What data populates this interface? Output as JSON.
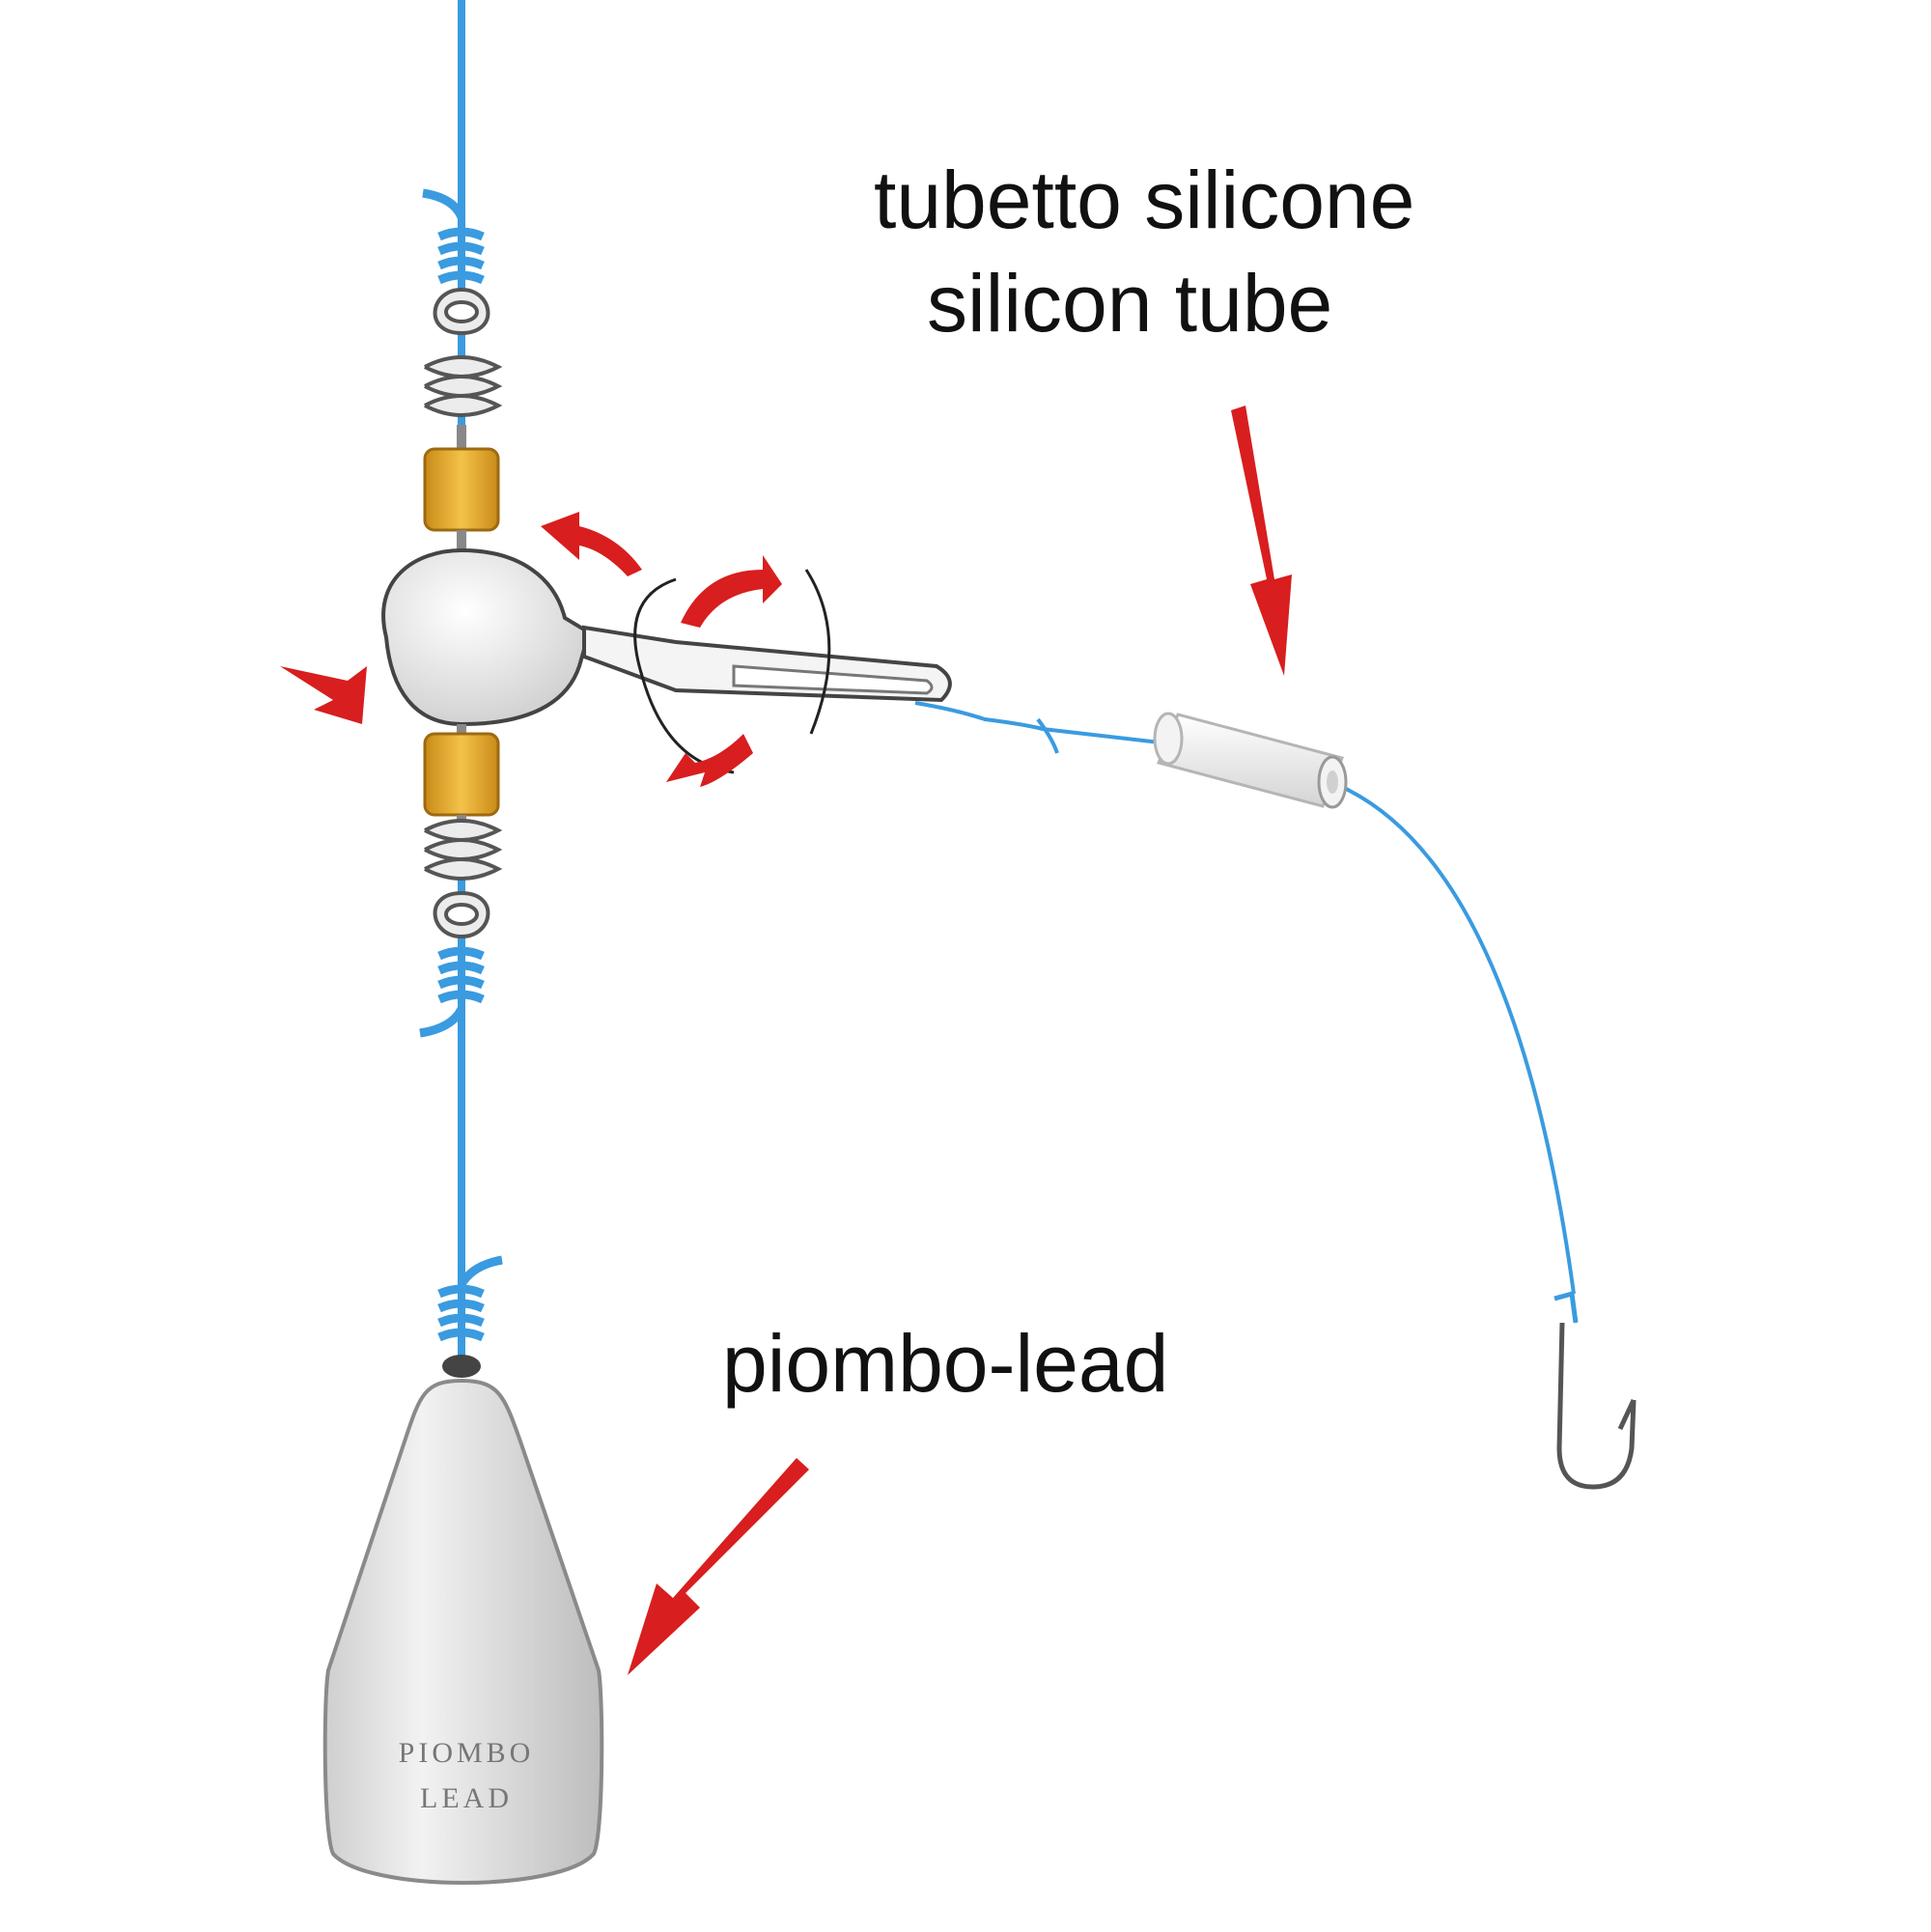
{
  "labels": {
    "silicon_tube_italian": "tubetto silicone",
    "silicon_tube_english": "silicon tube",
    "lead": "piombo-lead"
  },
  "sinker_engraving": {
    "line1": "PIOMBO",
    "line2": "LEAD"
  },
  "colors": {
    "line": "#3a9be0",
    "arrow": "#d81e1e",
    "bead": "#e8a92a",
    "metal": "#e6e6e6",
    "text": "#111111"
  }
}
